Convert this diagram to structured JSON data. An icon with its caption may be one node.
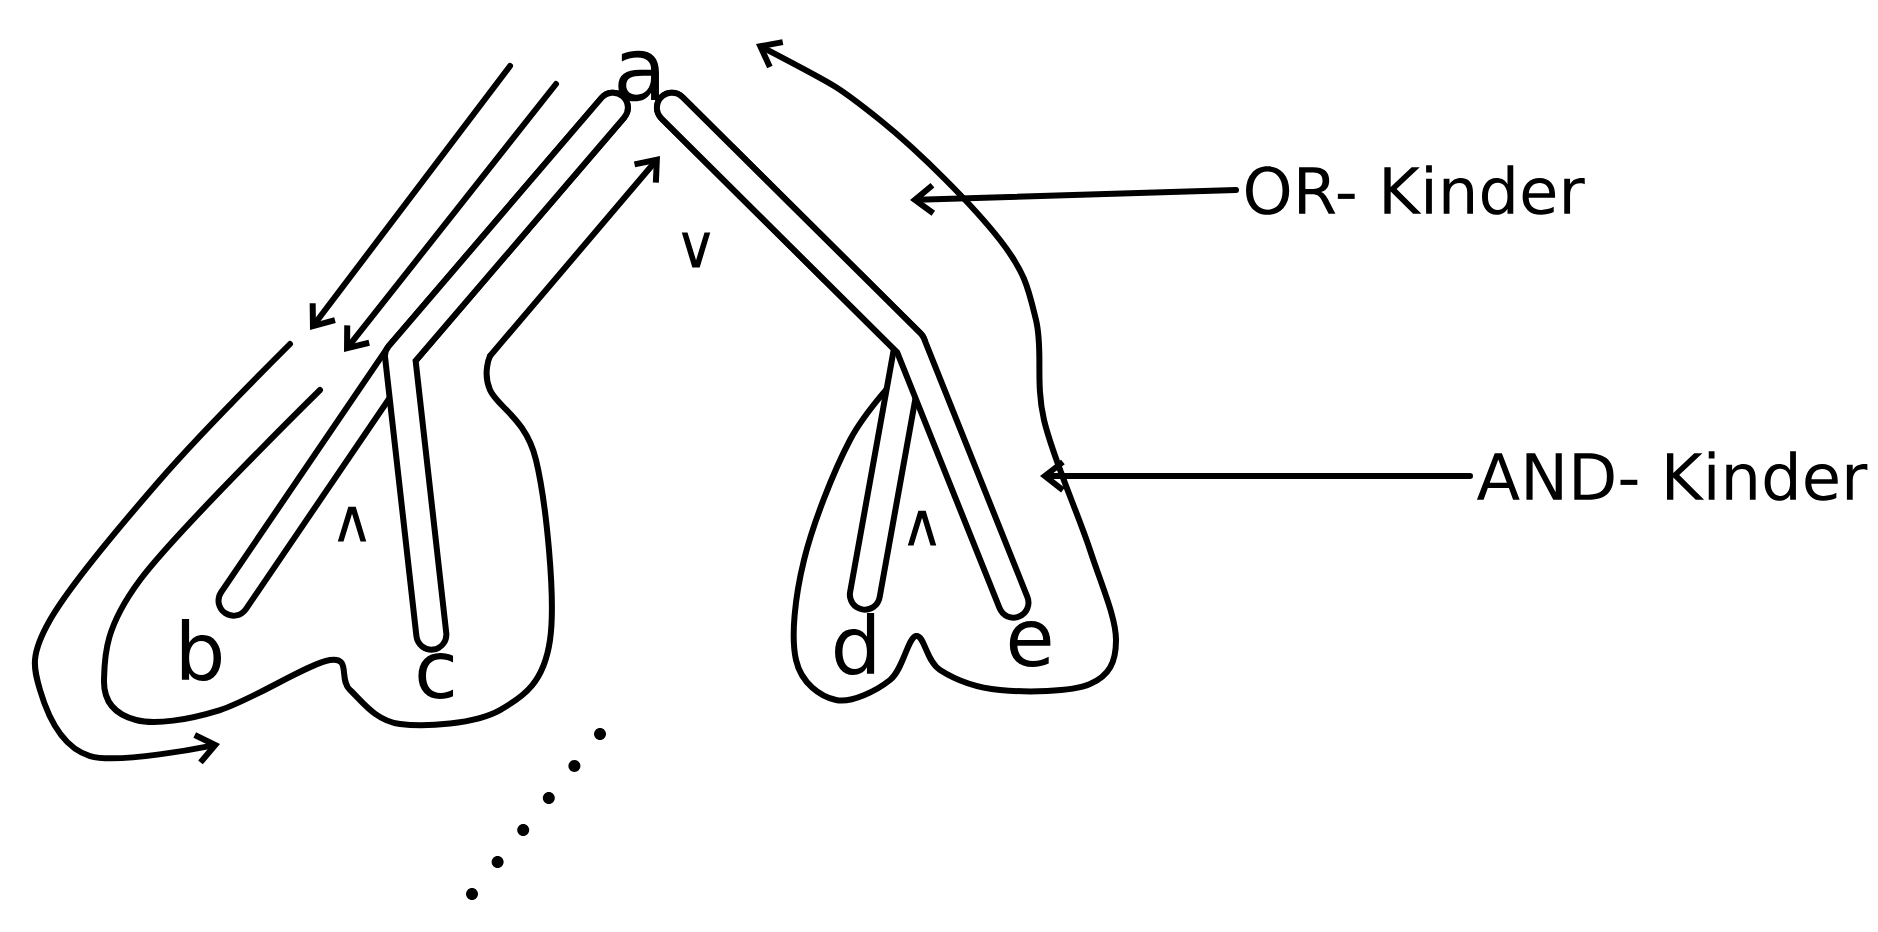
{
  "diagram": {
    "nodes": [
      {
        "text": [
          "a"
        ]
      },
      {
        "text": [
          "b"
        ]
      },
      {
        "text": [
          "c"
        ]
      },
      {
        "text": [
          "d"
        ]
      },
      {
        "text": [
          "e"
        ]
      },
      {
        "text": [
          "OR- Kinder"
        ]
      },
      {
        "text": [
          "AND- Kinder"
        ]
      }
    ],
    "edges": [
      {
        "from": 0,
        "to": 1,
        "arrow": "none"
      },
      {
        "from": 0,
        "to": 2,
        "arrow": "none"
      },
      {
        "from": 0,
        "to": 3,
        "arrow": "none"
      },
      {
        "from": 0,
        "to": 4,
        "arrow": "none"
      },
      {
        "from": 5,
        "to": null,
        "arrow": "to"
      },
      {
        "from": 6,
        "to": null,
        "arrow": "to"
      }
    ],
    "labels": [
      "∨",
      "∧",
      "∧"
    ]
  }
}
